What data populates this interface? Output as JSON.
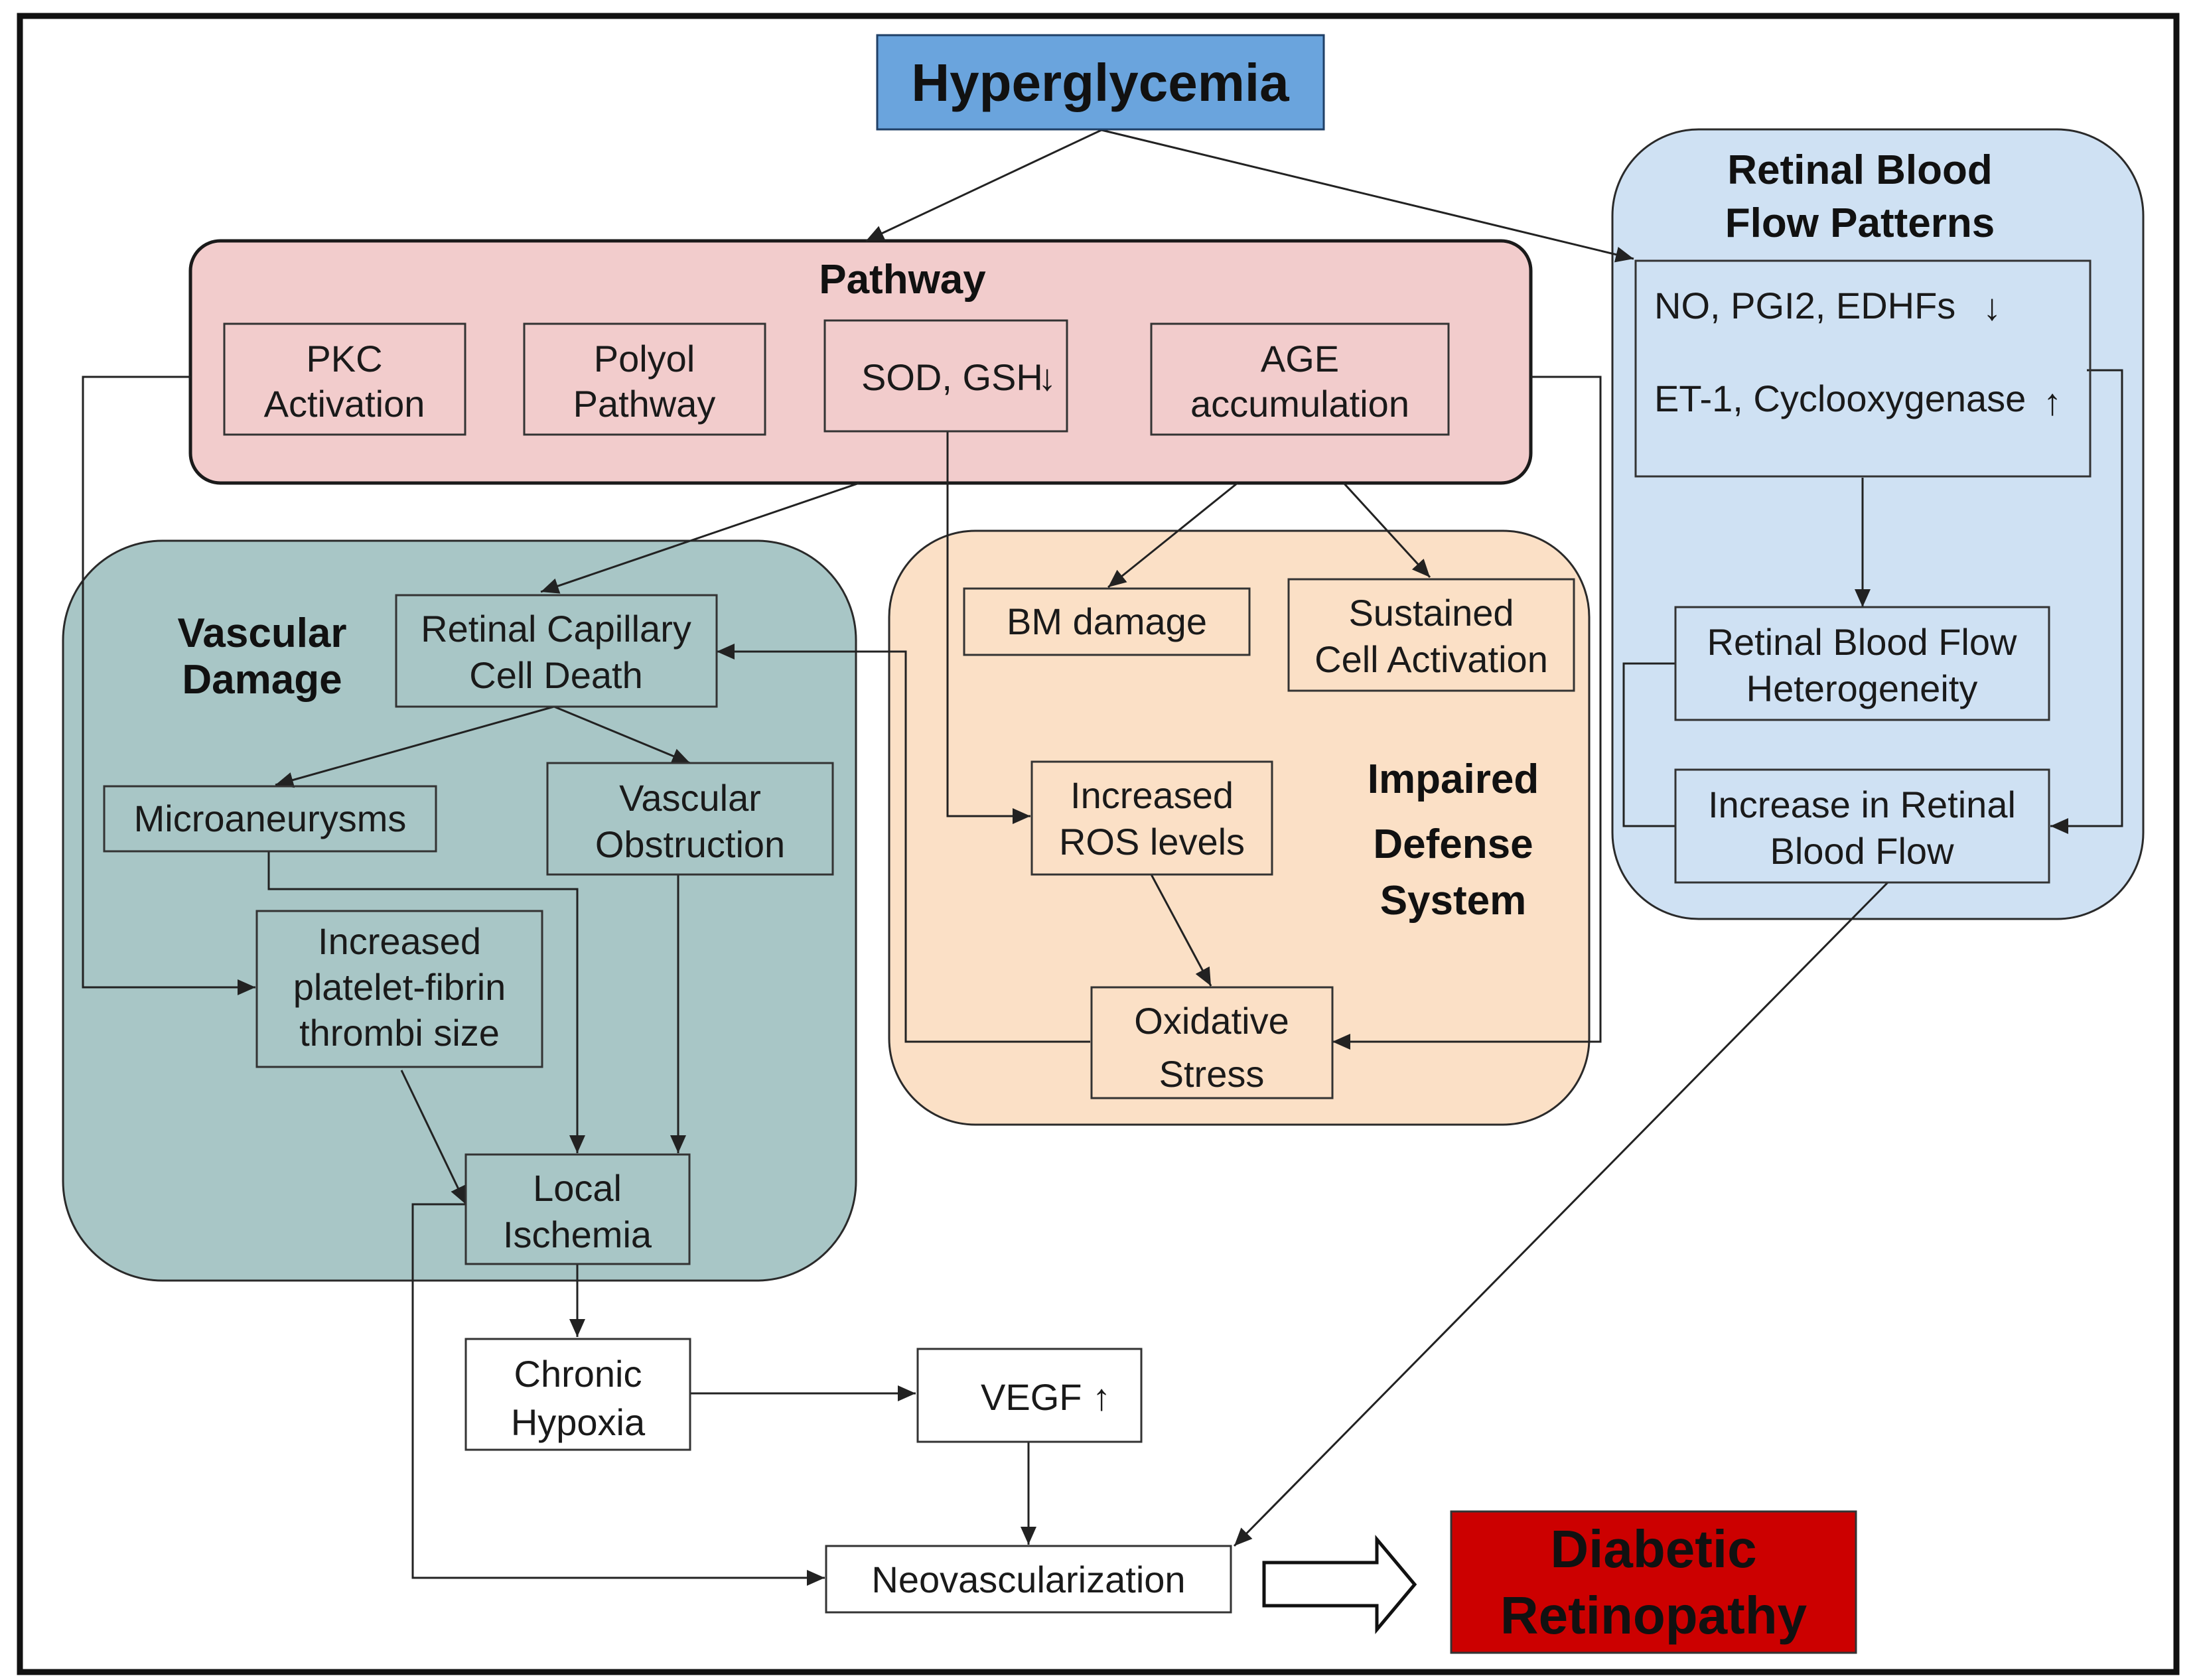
{
  "colors": {
    "hyperglycemia": "#6aa4dd",
    "pathway_group": "#f2cccc",
    "vascular_group": "#a8c6c6",
    "defense_group": "#fbe0c6",
    "blood_flow_group": "#cfe1f3",
    "diabetic_retinopathy": "#cc0000"
  },
  "top": {
    "label": "Hyperglycemia"
  },
  "pathway": {
    "title": "Pathway",
    "pkc": [
      "PKC",
      "Activation"
    ],
    "polyol": [
      "Polyol",
      "Pathway"
    ],
    "sod": "SOD, GSH",
    "sod_arrow": "↓",
    "age": [
      "AGE",
      "accumulation"
    ]
  },
  "blood_flow": {
    "title": [
      "Retinal Blood",
      "Flow Patterns"
    ],
    "factors": {
      "line1": "NO, PGI2, EDHFs",
      "arrow1": "↓",
      "line2": "ET-1, Cyclooxygenase",
      "arrow2": "↑"
    },
    "heterogeneity": [
      "Retinal Blood Flow",
      "Heterogeneity"
    ],
    "increase": [
      "Increase in Retinal",
      "Blood Flow"
    ]
  },
  "vascular": {
    "title": [
      "Vascular",
      "Damage"
    ],
    "cell_death": [
      "Retinal Capillary",
      "Cell Death"
    ],
    "microaneurysms": "Microaneurysms",
    "obstruction": [
      "Vascular",
      "Obstruction"
    ],
    "thrombi": [
      "Increased",
      "platelet-fibrin",
      "thrombi size"
    ],
    "ischemia": [
      "Local",
      "Ischemia"
    ]
  },
  "defense": {
    "title": [
      "Impaired",
      "Defense",
      "System"
    ],
    "bm_damage": "BM damage",
    "sustained": [
      "Sustained",
      "Cell Activation"
    ],
    "ros": [
      "Increased",
      "ROS levels"
    ],
    "oxidative": [
      "Oxidative",
      "Stress"
    ]
  },
  "bottom": {
    "hypoxia": [
      "Chronic",
      "Hypoxia"
    ],
    "vegf": "VEGF",
    "vegf_arrow": "↑",
    "neovascularization": "Neovascularization",
    "result": [
      "Diabetic",
      "Retinopathy"
    ]
  }
}
